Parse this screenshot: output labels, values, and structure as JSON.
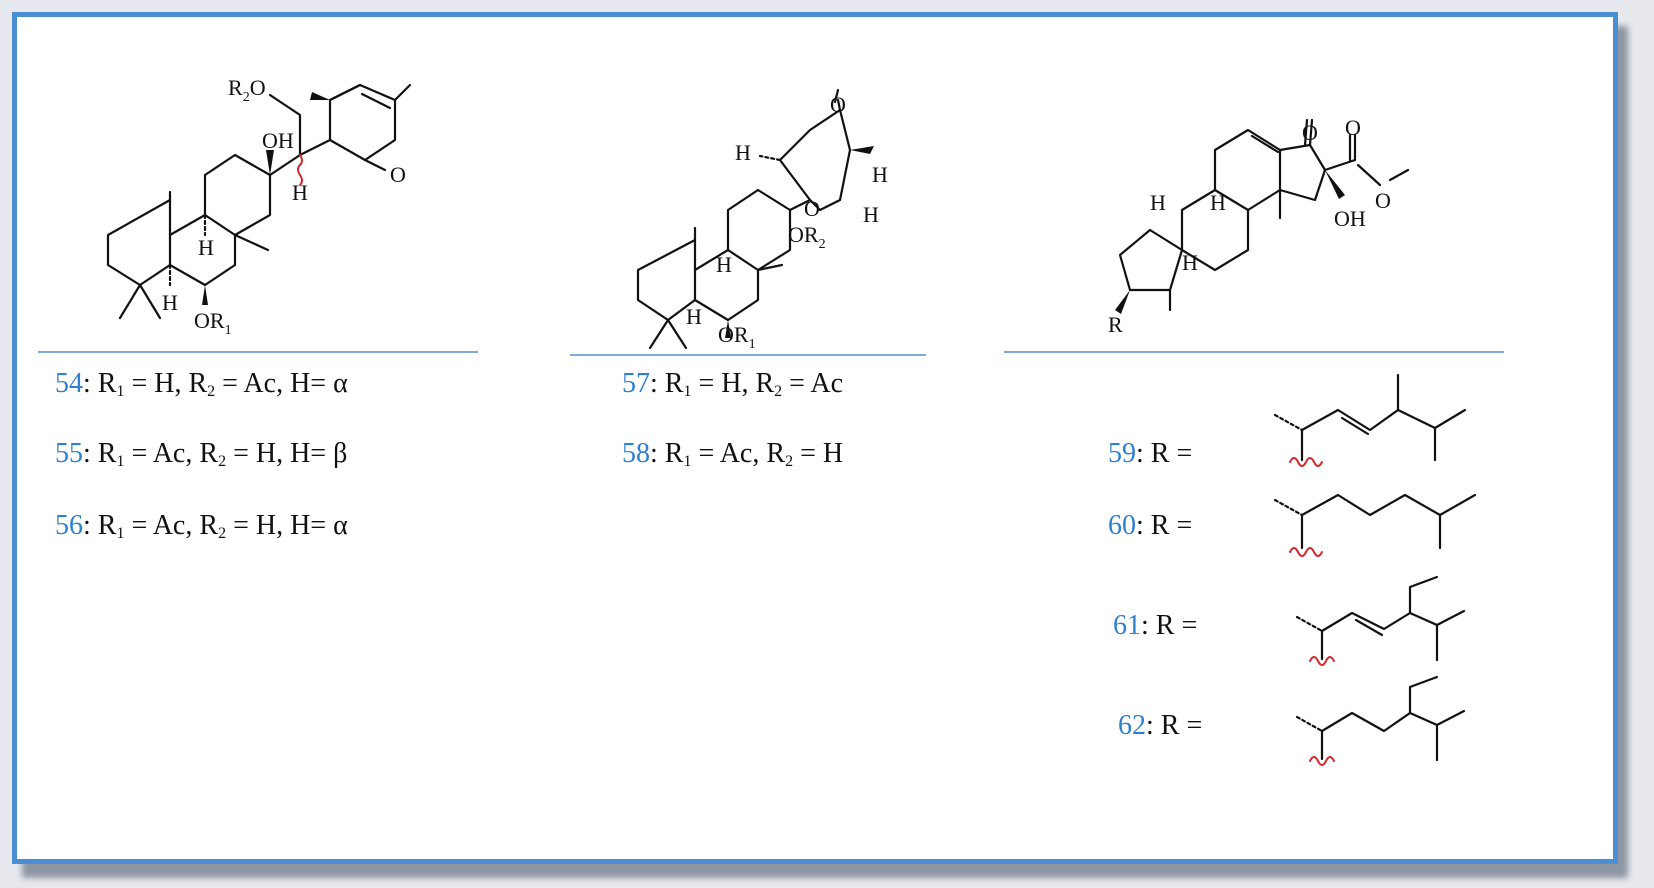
{
  "compounds": {
    "c54": {
      "num": "54",
      "r1": "R",
      "r1sub": "1",
      "r1val": " = H, ",
      "r2": "R",
      "r2sub": "2",
      "r2val": " = Ac, H= α"
    },
    "c55": {
      "num": "55",
      "r1": "R",
      "r1sub": "1",
      "r1val": " = Ac, ",
      "r2": "R",
      "r2sub": "2",
      "r2val": " = H, H= β"
    },
    "c56": {
      "num": "56",
      "r1": "R",
      "r1sub": "1",
      "r1val": " = Ac, ",
      "r2": "R",
      "r2sub": "2",
      "r2val": " = H, H= α"
    },
    "c57": {
      "num": "57",
      "r1": "R",
      "r1sub": "1",
      "r1val": " = H, ",
      "r2": "R",
      "r2sub": "2",
      "r2val": " = Ac"
    },
    "c58": {
      "num": "58",
      "r1": "R",
      "r1sub": "1",
      "r1val": " = Ac, ",
      "r2": "R",
      "r2sub": "2",
      "r2val": " = H"
    },
    "c59": {
      "num": "59",
      "rlabel": "R ="
    },
    "c60": {
      "num": "60",
      "rlabel": "R ="
    },
    "c61": {
      "num": "61",
      "rlabel": "R ="
    },
    "c62": {
      "num": "62",
      "rlabel": "R ="
    }
  },
  "atoms": {
    "oh": "OH",
    "h": "H",
    "o": "O",
    "r": "R",
    "or1_base": "OR",
    "or2_base": "OR",
    "r2o_base": "R",
    "r2o_tail": "O",
    "sub1": "1",
    "sub2": "2"
  },
  "colors": {
    "number": "#2f7fd0",
    "divider": "#7ea9d8",
    "frame": "#4a8ed3",
    "wavy": "#d2292f"
  }
}
